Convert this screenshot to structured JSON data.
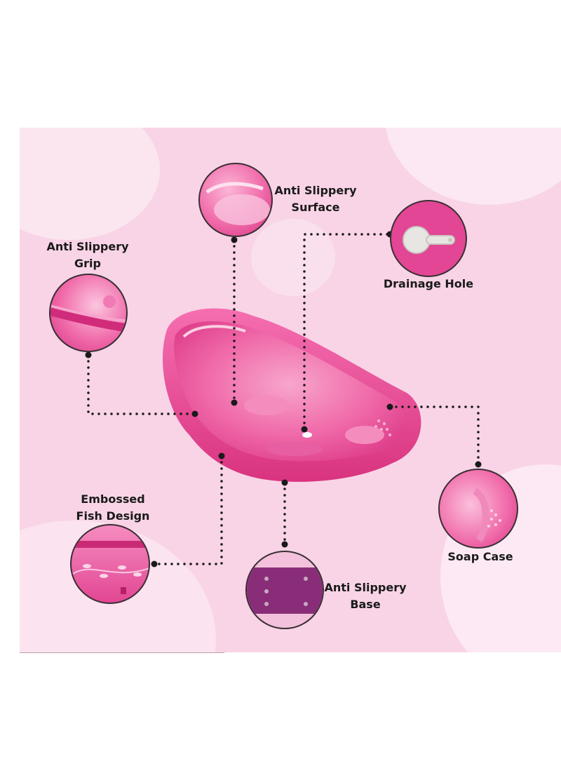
{
  "features": {
    "surface": {
      "line1": "Anti Slippery",
      "line2": "Surface"
    },
    "grip": {
      "line1": "Anti Slippery",
      "line2": "Grip"
    },
    "drainage": {
      "label": "Drainage Hole"
    },
    "fish": {
      "line1": "Embossed",
      "line2": "Fish Design"
    },
    "base": {
      "line1": "Anti Slippery",
      "line2": "Base"
    },
    "soap": {
      "label": "Soap Case"
    }
  },
  "colors": {
    "background": "#f8d4e6",
    "tub": "#f0509e",
    "tub_dark": "#d63384",
    "dots": "#1a1a1a",
    "circle_border": "#3a2f34"
  }
}
